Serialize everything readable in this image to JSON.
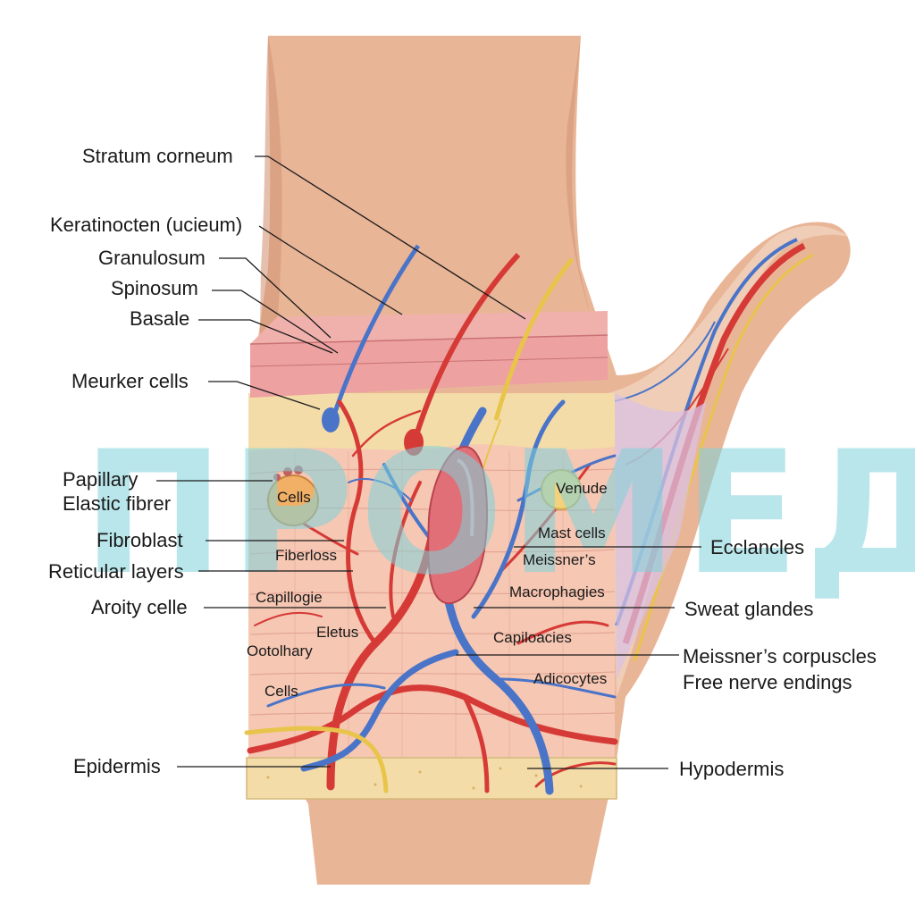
{
  "watermark": "ПРОМЕД",
  "labels_left": {
    "stratum_corneum": "Stratum corneum",
    "keratinocten": "Keratinocten (ucieum)",
    "granulosum": "Granulosum",
    "spinosum": "Spinosum",
    "basale": "Basale",
    "meurker_cells": "Meurker cells",
    "papillary": "Papillary",
    "elastic_fibrer": "Elastic fibrer",
    "fibroblast": "Fibroblast",
    "reticular_layers": "Reticular layers",
    "aroity_celle": "Aroity celle",
    "epidermis": "Epidermis"
  },
  "labels_right": {
    "ecclancles": "Ecclancles",
    "sweat_glandes": "Sweat glandes",
    "meissners_corpuscles": "Meissner’s corpuscles",
    "free_nerve_endings": "Free nerve endings",
    "hypodermis": "Hypodermis"
  },
  "labels_inner": {
    "cells_top": "Cells",
    "venude": "Venude",
    "mast_cells": "Mast cells",
    "fiberloss": "Fiberloss",
    "meissners": "Meissner’s",
    "macrophagies": "Macrophagies",
    "capillogie": "Capillogie",
    "eletus": "Eletus",
    "capiloacies": "Capiloacies",
    "ootolhary": "Ootolhary",
    "adicocytes": "Adicocytes",
    "cells_bottom": "Cells"
  },
  "colors": {
    "skin": "#e9b597",
    "skin_shadow": "#d49678",
    "epidermis": "#eda1a1",
    "dermis_tan": "#f3dca8",
    "dermis_pink": "#f6c7b3",
    "artery": "#d63a36",
    "vein": "#4a74c8",
    "nerve": "#e8c54a",
    "watermark": "#7fd3db"
  }
}
